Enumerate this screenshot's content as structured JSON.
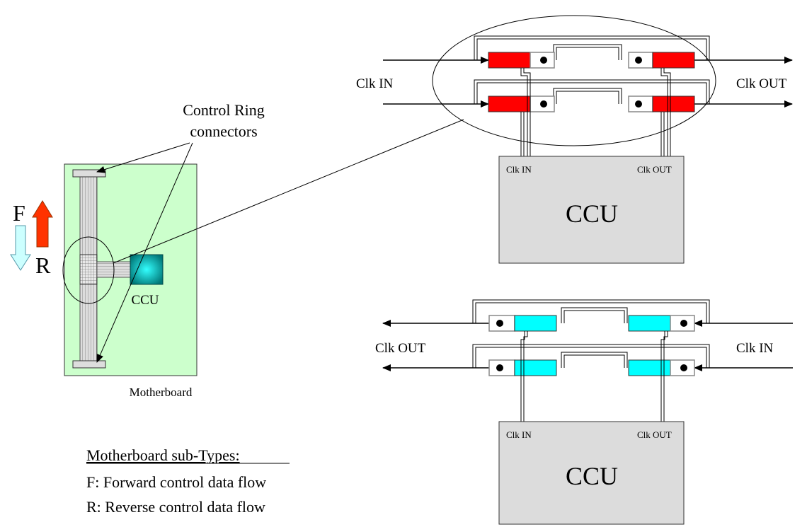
{
  "labels": {
    "control_ring": "Control Ring",
    "connectors": "connectors",
    "forward_letter": "F",
    "reverse_letter": "R",
    "ccu_small": "CCU",
    "motherboard": "Motherboard",
    "subtypes_title": "Motherboard sub-Types:",
    "subtype_f": "F: Forward control data flow",
    "subtype_r": "R: Reverse control data flow"
  },
  "top_ring": {
    "clk_in": "Clk IN",
    "clk_out": "Clk OUT",
    "ccu_title": "CCU",
    "ccu_clk_in": "Clk IN",
    "ccu_clk_out": "Clk OUT",
    "block_color": "#ff0000"
  },
  "bottom_ring": {
    "clk_in": "Clk IN",
    "clk_out": "Clk OUT",
    "ccu_title": "CCU",
    "ccu_clk_in": "Clk IN",
    "ccu_clk_out": "Clk OUT",
    "block_color": "#00ffff"
  },
  "colors": {
    "motherboard_fill": "#ccffcc",
    "ccu_fill": "#dcdcdc",
    "ccu_chip": "#009999",
    "arrow_forward": "#ff3300",
    "arrow_reverse": "#ccffff"
  }
}
